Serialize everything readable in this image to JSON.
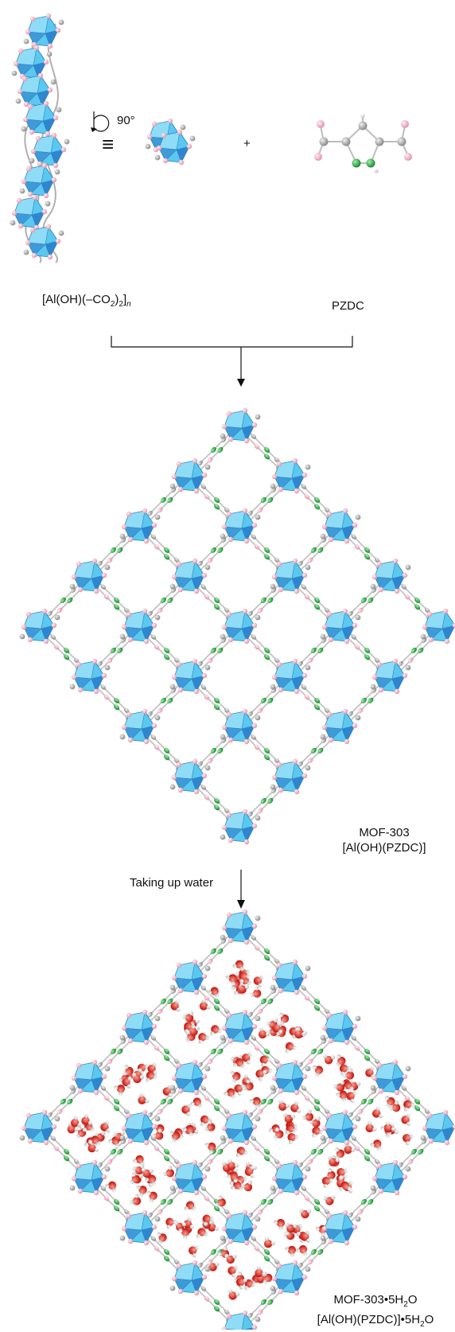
{
  "labels": {
    "rotation_angle": "90°",
    "plus": "+",
    "equiv": "≡",
    "chain_formula": {
      "base": "[Al(OH)(–CO",
      "s1": "2",
      "mid": ")",
      "s2": "2",
      "end": "]",
      "n": "n"
    },
    "linker": "PZDC",
    "step": "Taking up water",
    "mof_name": "MOF-303",
    "mof_formula": "[Al(OH)(PZDC)]",
    "hydrate_name": {
      "base": "MOF-303•5H",
      "sub": "2",
      "end": "O"
    },
    "hydrate_formula": {
      "base": "[Al(OH)(PZDC)]•5H",
      "sub": "2",
      "end": "O"
    }
  },
  "colors": {
    "aluminum_polyhedron": "#5bc8ef",
    "aluminum_edge": "#2a7fc0",
    "carbon": "#a8a8a8",
    "oxygen": "#f2b7c6",
    "nitrogen": "#2fb24a",
    "water_oxygen": "#e0251b",
    "water_hydrogen": "#e8e8e8"
  }
}
